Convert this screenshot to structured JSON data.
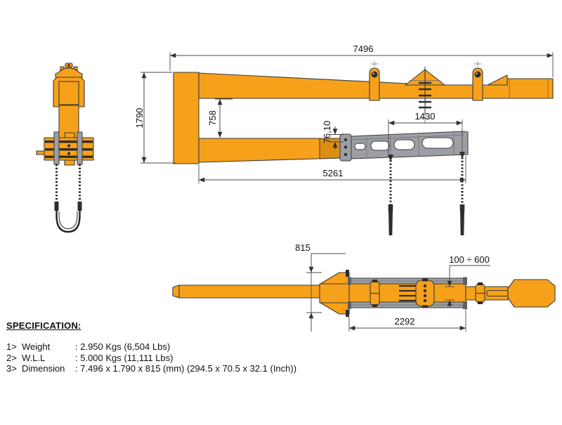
{
  "colors": {
    "orange": "#F7A11A",
    "orange_dark": "#DE8E10",
    "gray": "#9CA0A4",
    "outline": "#3a3a3a",
    "dim": "#4a4a4a",
    "ink": "#111111",
    "bg": "#ffffff"
  },
  "dims": {
    "overall_length": "7496",
    "overall_height": "1790",
    "inner_gap": "758",
    "hook_spread": "1430",
    "lower_arm_length": "5261",
    "arm_end_section": "76,10",
    "plate_width": "815",
    "telescopic_length": "2292",
    "adjustment_range": "100 ÷ 600"
  },
  "spec": {
    "heading": "SPECIFICATION:",
    "items": [
      {
        "num": "1>",
        "label": "Weight",
        "value": ": 2.950 Kgs (6,504 Lbs)"
      },
      {
        "num": "2>",
        "label": "W.L.L",
        "value": ": 5.000 Kgs (11,111 Lbs)"
      },
      {
        "num": "3>",
        "label": "Dimension",
        "value": ": 7.496 x 1.790 x 815 (mm) (294.5 x 70.5 x 32.1 (Inch))"
      }
    ]
  }
}
